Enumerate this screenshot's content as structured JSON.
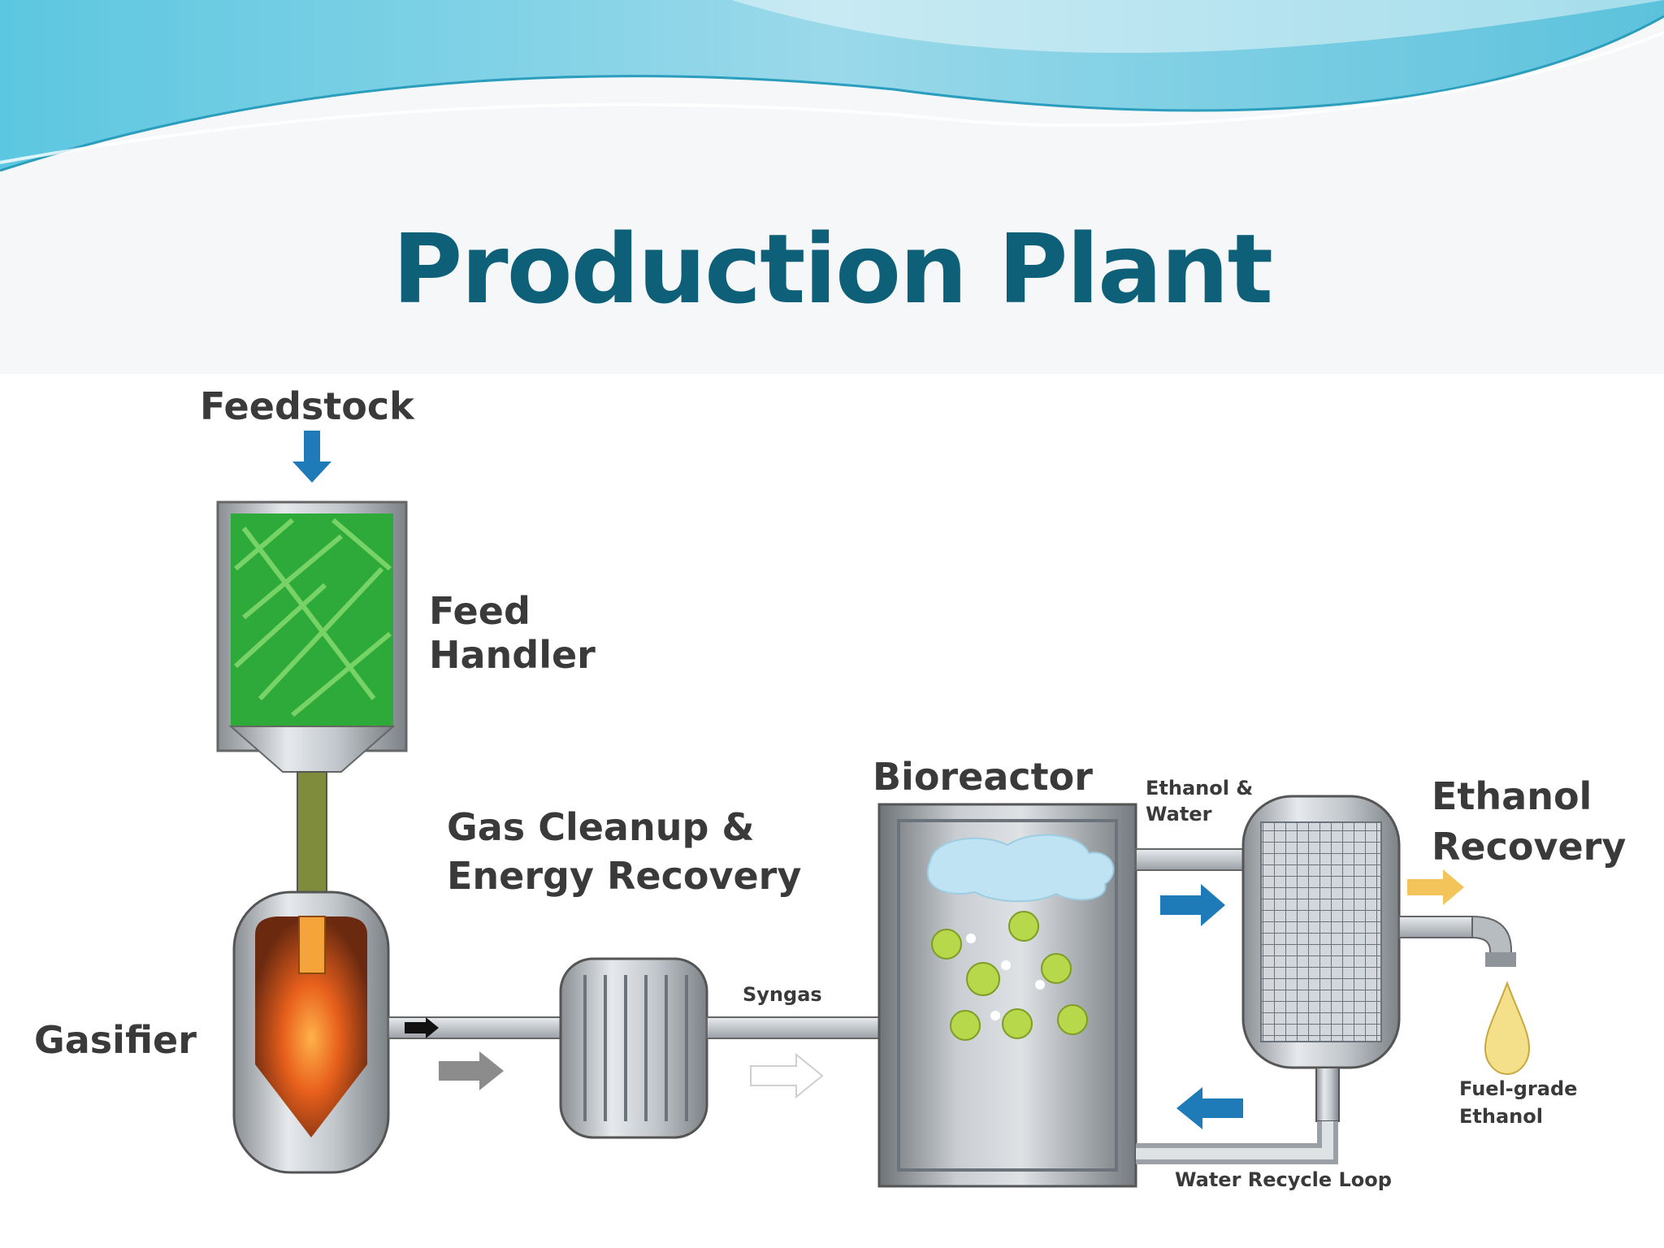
{
  "slide": {
    "title": "Production Plant",
    "title_color": "#0e5f78",
    "accent_colors": {
      "wave_light": "#7fd3e6",
      "wave_dark": "#3aa9c8"
    }
  },
  "diagram": {
    "labels": {
      "feedstock": "Feedstock",
      "feed_handler": [
        "Feed",
        "Handler"
      ],
      "gasifier": "Gasifier",
      "gas_cleanup": [
        "Gas Cleanup &",
        "Energy Recovery"
      ],
      "syngas": "Syngas",
      "bioreactor": "Bioreactor",
      "ethanol_water": [
        "Ethanol &",
        "Water"
      ],
      "ethanol_recovery": [
        "Ethanol",
        "Recovery"
      ],
      "fuel_grade_ethanol": [
        "Fuel-grade",
        "Ethanol"
      ],
      "water_recycle_loop": "Water Recycle Loop"
    },
    "icons": [
      "down-arrow-icon",
      "right-arrow-icon",
      "left-arrow-icon",
      "tap-icon",
      "droplet-icon"
    ],
    "colors": {
      "flow_arrow_blue": "#1f7ab8",
      "feed_green": "#2eaa3a",
      "gasifier_core": "#e8601c",
      "ethanol_arrow": "#f2c45a",
      "droplet": "#f4e08a",
      "gas_cloud": "#bfe3f2",
      "microbe_green": "#b6d84a"
    }
  }
}
